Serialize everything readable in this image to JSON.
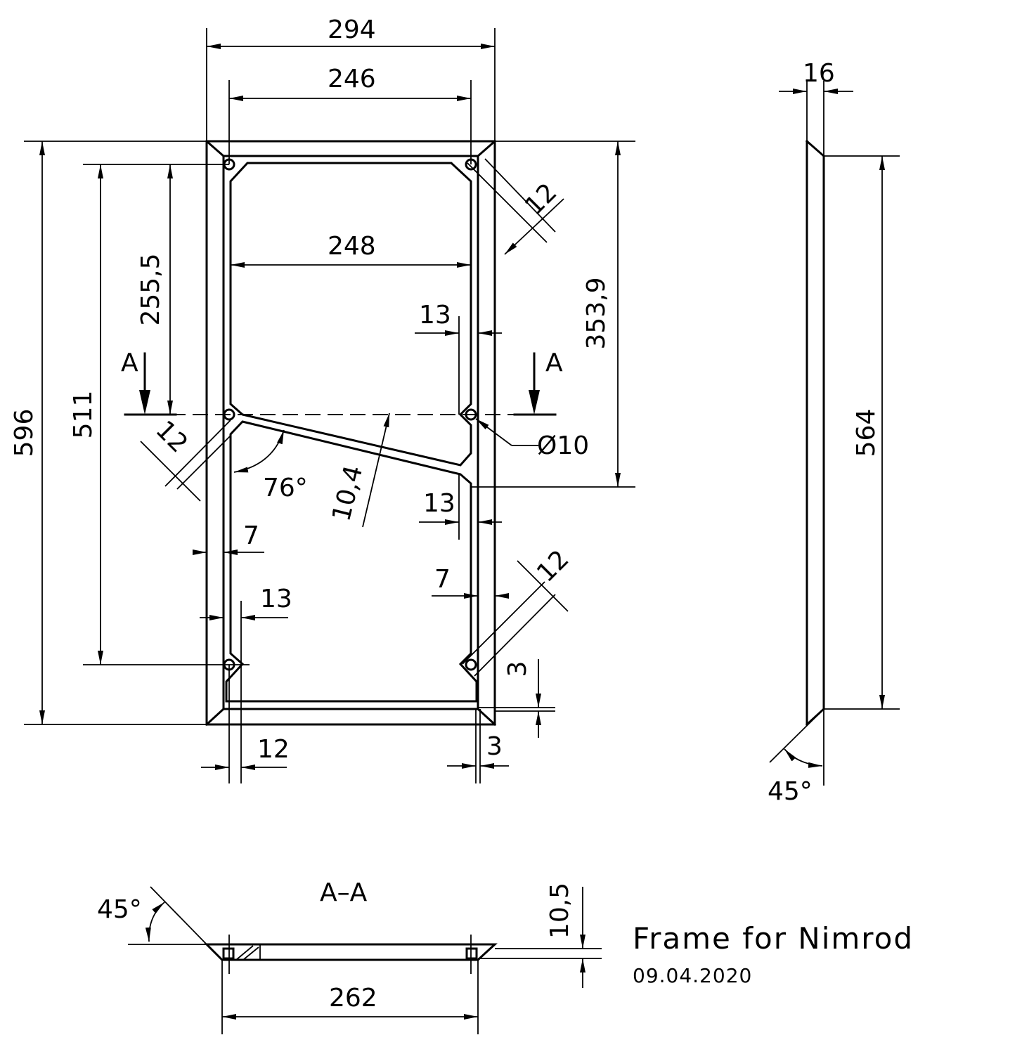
{
  "labels": {
    "w294": "294",
    "w246": "246",
    "w248": "248",
    "h596": "596",
    "h511": "511",
    "h255": "255,5",
    "h353": "353,9",
    "d12_tr": "12",
    "d12_l": "12",
    "d12_br": "12",
    "d13_a": "13",
    "d13_b": "13",
    "d13_c": "13",
    "d7_l": "7",
    "d7_r": "7",
    "d12_bot": "12",
    "d3_bot": "3",
    "d3_r": "3",
    "diam": "Ø10",
    "ang76": "76°",
    "t104": "10,4",
    "secA_l": "A",
    "secA_r": "A",
    "side16": "16",
    "side564": "564",
    "side45": "45°",
    "sec_title": "A–A",
    "sec45": "45°",
    "sec105": "10,5",
    "sec262": "262"
  },
  "title_block": {
    "title": "Frame for Nimrod",
    "date": "09.04.2020"
  }
}
